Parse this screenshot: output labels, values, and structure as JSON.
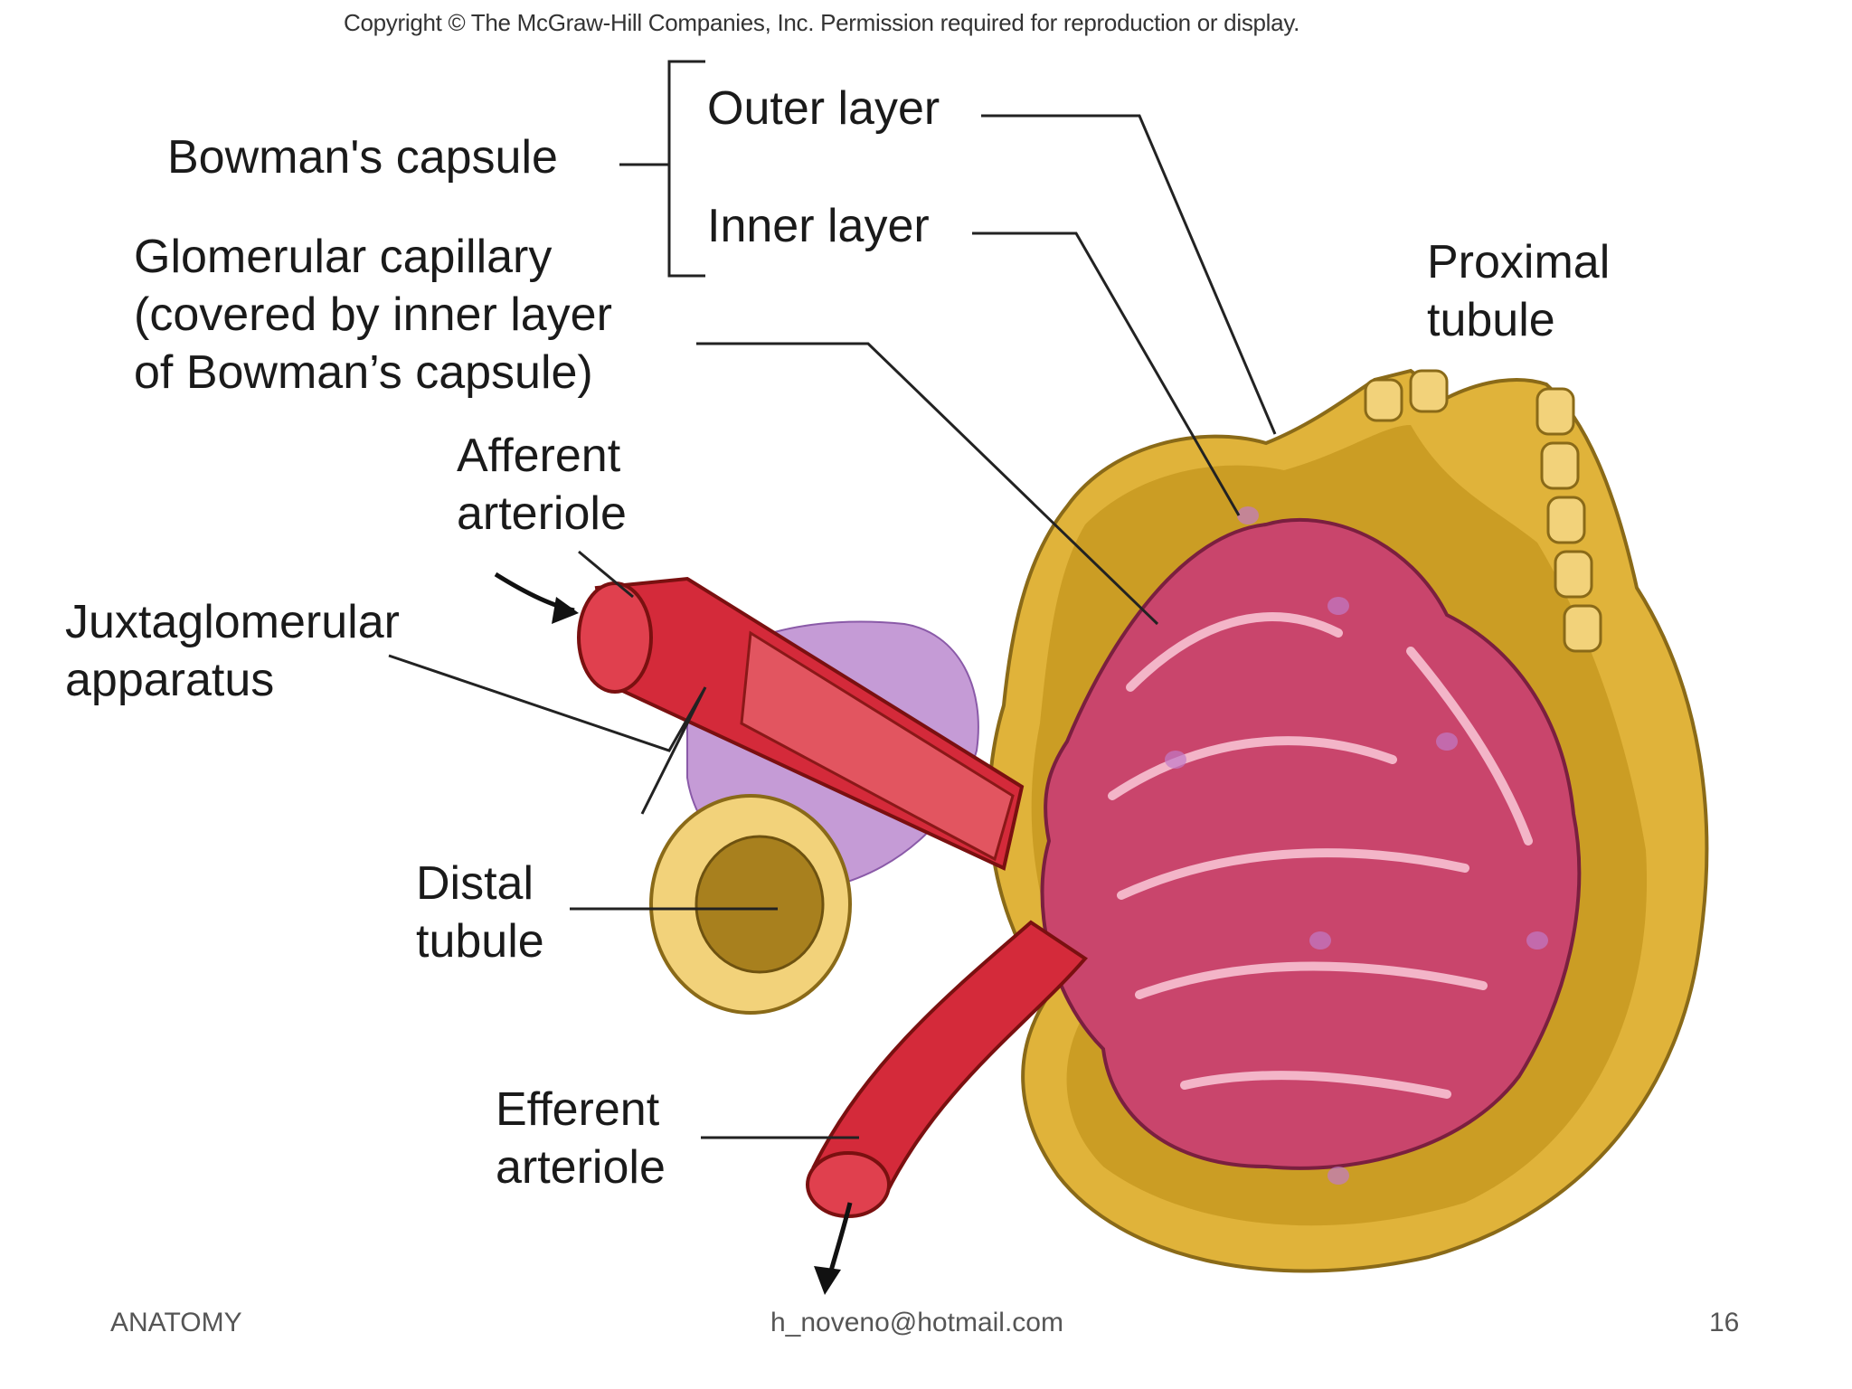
{
  "copyright": "Copyright © The McGraw-Hill Companies, Inc. Permission required for reproduction or display.",
  "labels": {
    "bowmans_capsule": "Bowman's capsule",
    "outer_layer": "Outer layer",
    "inner_layer": "Inner layer",
    "glomerular_capillary": [
      "Glomerular capillary",
      "(covered by inner layer",
      "of Bowman’s capsule)"
    ],
    "proximal_tubule": [
      "Proximal",
      "tubule"
    ],
    "afferent_arteriole": [
      "Afferent",
      "arteriole"
    ],
    "juxtaglomerular_apparatus": [
      "Juxtaglomerular",
      "apparatus"
    ],
    "distal_tubule": [
      "Distal",
      "tubule"
    ],
    "efferent_arteriole": [
      "Efferent",
      "arteriole"
    ]
  },
  "footer": {
    "left": "ANATOMY",
    "center": "h_noveno@hotmail.com",
    "right": "16"
  },
  "colors": {
    "capsule": "#d9aa2e",
    "capsule_inner": "#c99a22",
    "capillary": "#c9456c",
    "arteriole": "#d42a3a",
    "jg_cells": "#c59bd6"
  }
}
